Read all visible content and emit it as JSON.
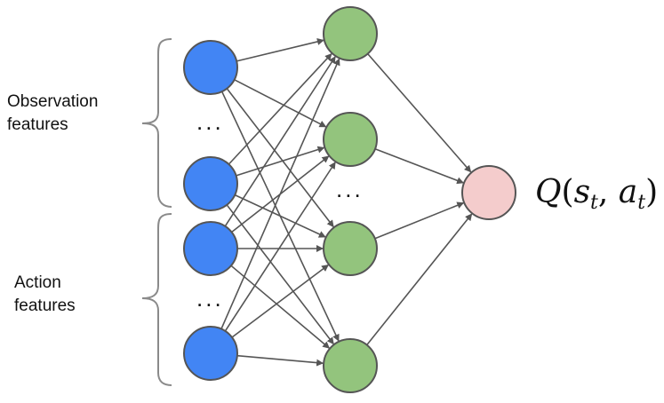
{
  "labels": {
    "observation_line1": "Observation",
    "observation_line2": "features",
    "action_line1": "Action",
    "action_line2": "features",
    "ellipsis": "..."
  },
  "output_label": {
    "name": "Q",
    "open_paren": "(",
    "state_var": "s",
    "state_sub": "t",
    "separator": ", ",
    "action_var": "a",
    "action_sub": "t",
    "close_paren": ")"
  },
  "network": {
    "layers": [
      {
        "name": "input",
        "fill": "#4285f4",
        "node_count": 4
      },
      {
        "name": "hidden",
        "fill": "#93c47d",
        "node_count": 4
      },
      {
        "name": "output",
        "fill": "#f4cccc",
        "node_count": 1
      }
    ],
    "connections": "fully-connected"
  },
  "colors": {
    "edge": "#555555",
    "node_stroke": "#555555",
    "bracket": "#8a8a8a",
    "text": "#111111"
  }
}
